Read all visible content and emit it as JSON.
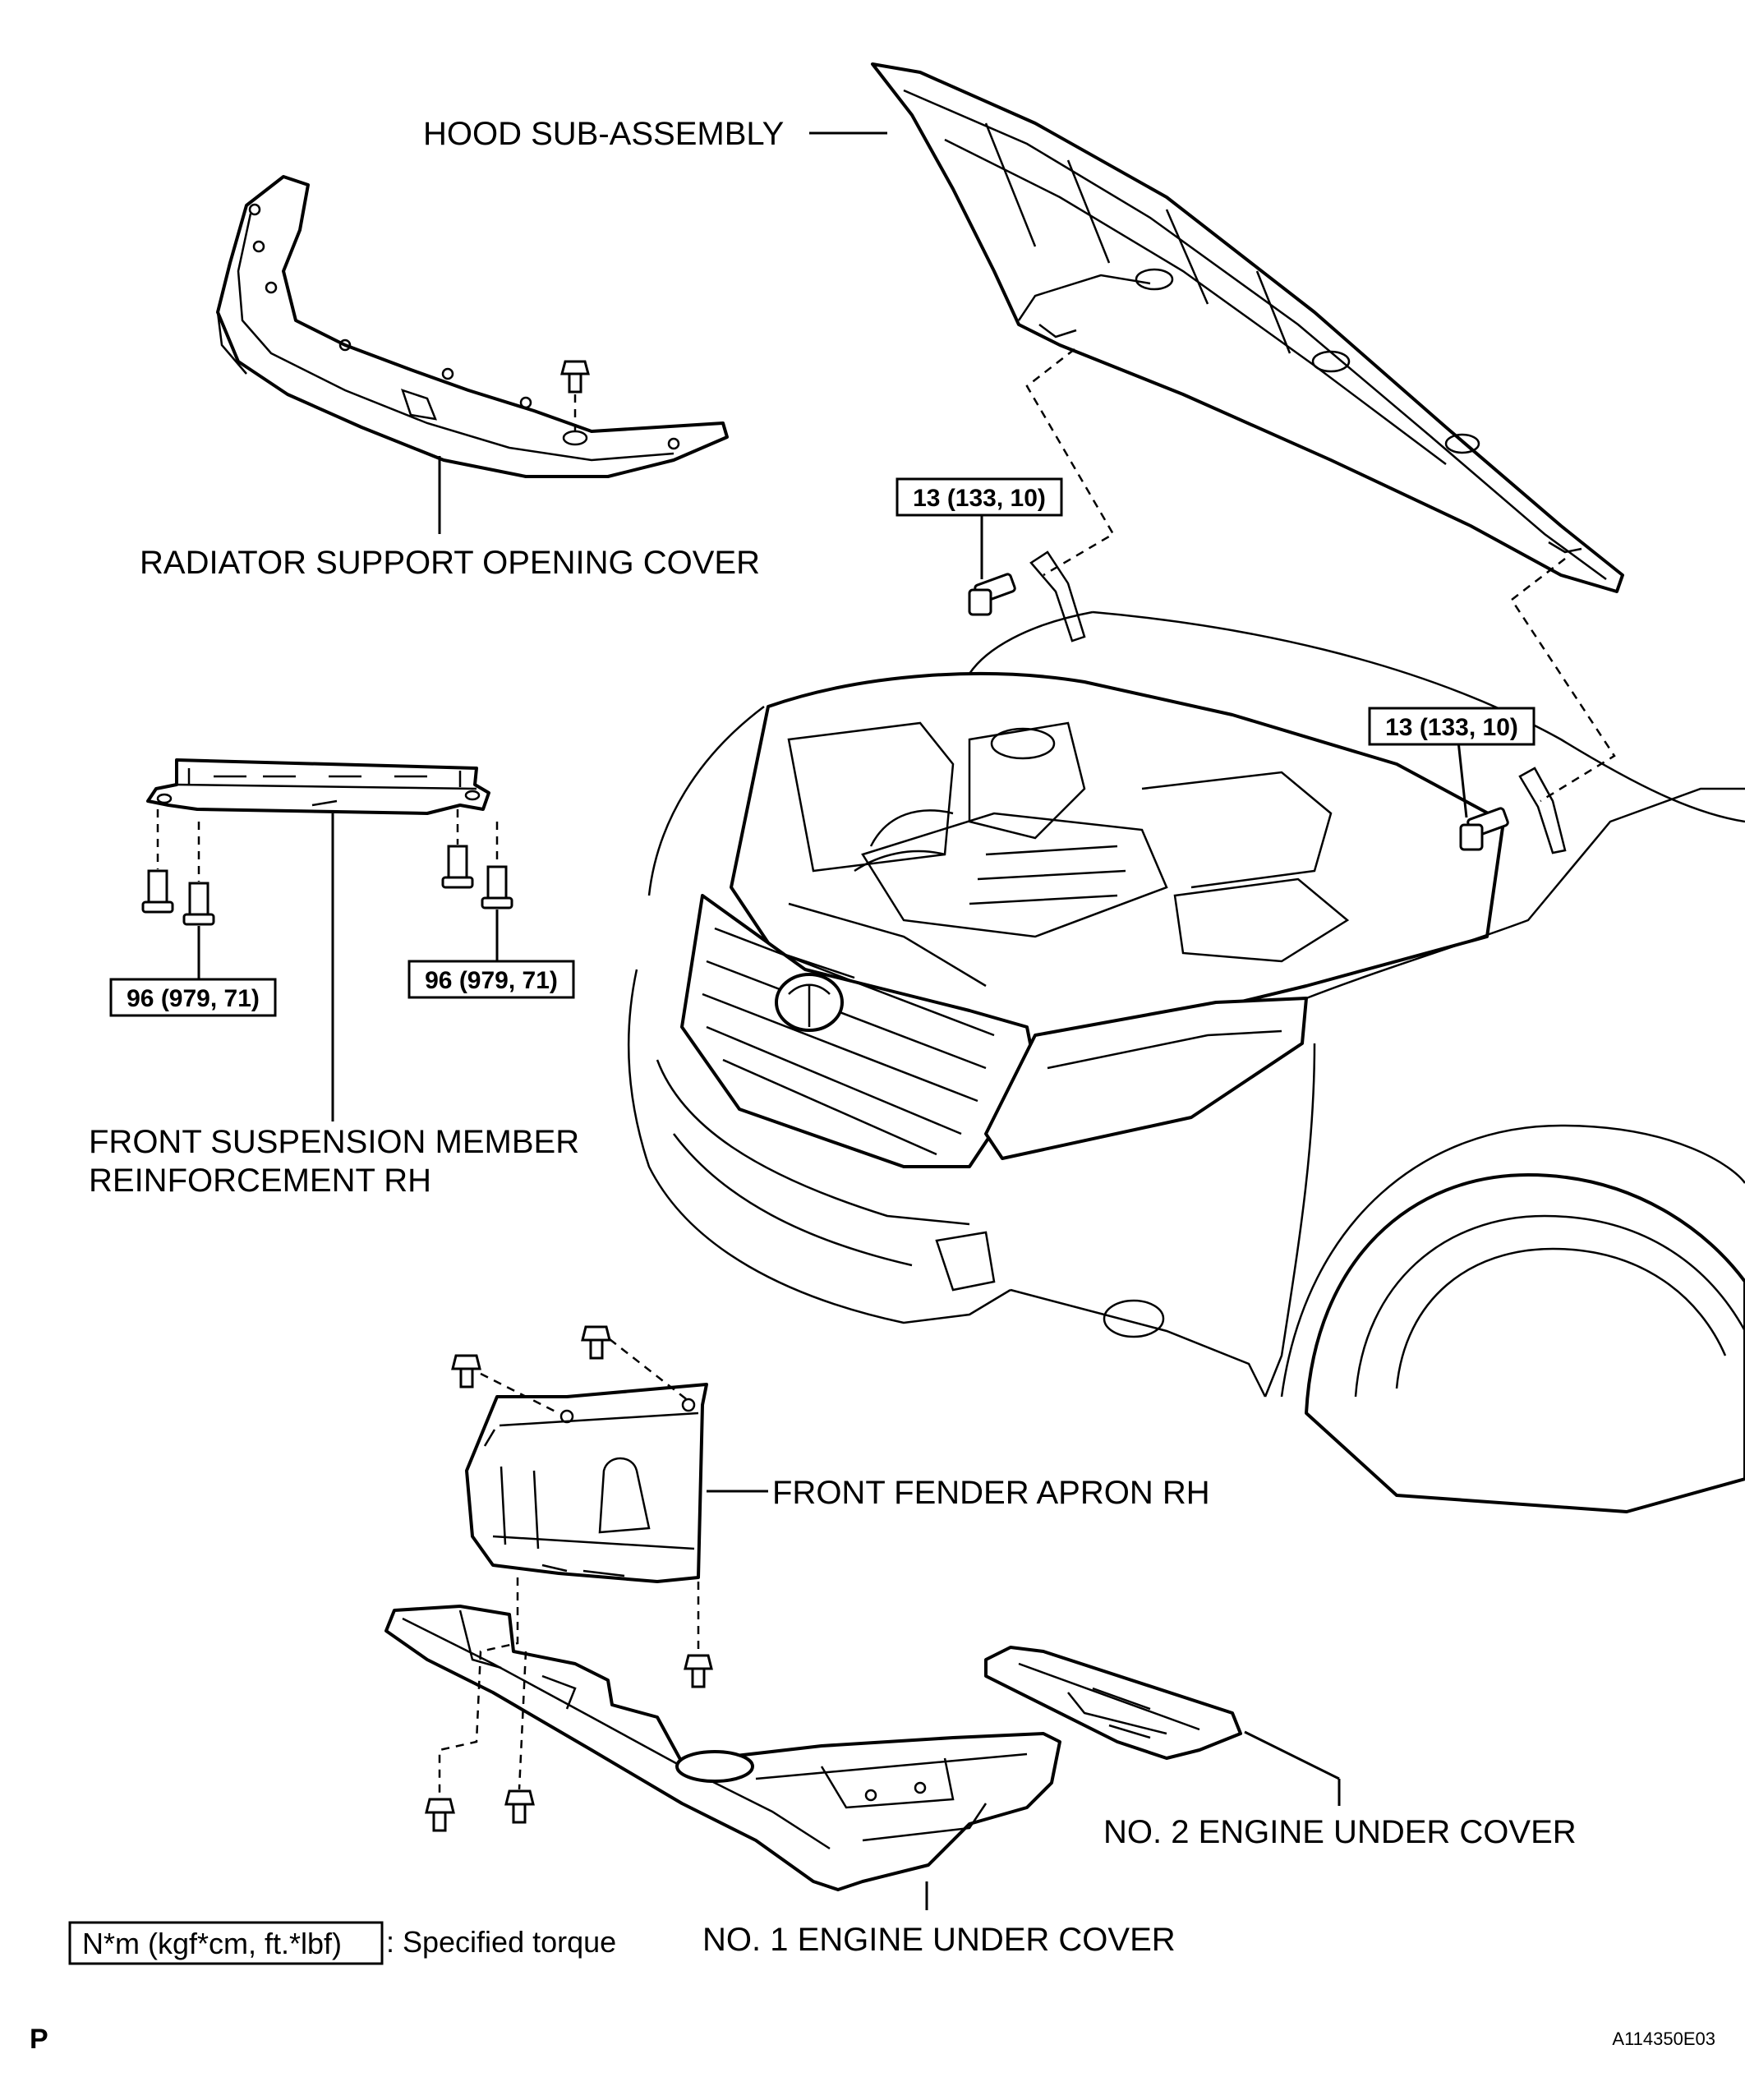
{
  "labels": {
    "hood": "HOOD SUB-ASSEMBLY",
    "radiator_cover": "RADIATOR SUPPORT OPENING COVER",
    "suspension_line1": "FRONT SUSPENSION MEMBER",
    "suspension_line2": "REINFORCEMENT RH",
    "fender_apron": "FRONT FENDER APRON RH",
    "engine_cover_2": "NO. 2 ENGINE UNDER COVER",
    "engine_cover_1": "NO. 1 ENGINE UNDER COVER"
  },
  "torques": {
    "hood_left": "13 (133, 10)",
    "hood_right": "13 (133, 10)",
    "member_left": "96 (979, 71)",
    "member_right": "96 (979, 71)"
  },
  "legend": {
    "unit": "N*m (kgf*cm, ft.*lbf)",
    "description": ": Specified torque"
  },
  "footer": {
    "page_letter": "P",
    "figure_code": "A114350E03"
  }
}
